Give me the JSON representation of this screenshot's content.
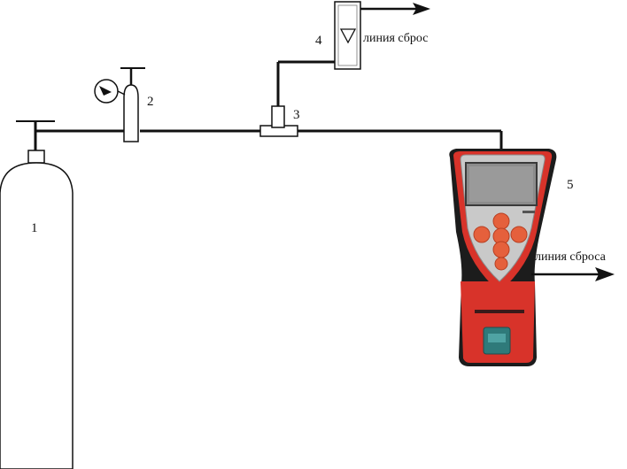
{
  "diagram": {
    "labels": {
      "cylinder": "1",
      "reducer": "2",
      "tee": "3",
      "rotameter": "4",
      "device": "5"
    },
    "texts": {
      "vent_top": "линия сброс",
      "vent_device": "линия сброса"
    },
    "colors": {
      "line": "#111111",
      "device_body": "#d8332a",
      "device_dark": "#1c1c1c",
      "device_face": "#c9c9c9",
      "screen": "#8c8c8c",
      "keys": "#e5603c",
      "badge": "#2f7a7a"
    }
  }
}
